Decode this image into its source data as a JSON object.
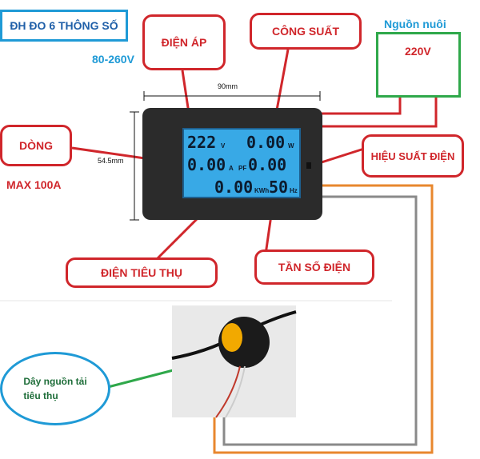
{
  "title_box": "ĐH ĐO 6 THÔNG SỐ",
  "voltage_range": "80-260V",
  "max_current": "MAX 100A",
  "labels": {
    "voltage": "ĐIỆN ÁP",
    "power": "CÔNG SUẤT",
    "current": "DÒNG",
    "power_factor": "HIỆU SUẤT ĐIỆN",
    "energy": "ĐIỆN TIÊU THỤ",
    "frequency": "TẦN SỐ ĐIỆN"
  },
  "supply": {
    "title": "Nguồn nuôi",
    "voltage": "220V"
  },
  "load_wire": {
    "line1": "Dây nguồn tải",
    "line2": "tiêu thụ"
  },
  "dimensions": {
    "width": "90mm",
    "height": "54.5mm"
  },
  "display": {
    "voltage": "222",
    "voltage_unit": "V",
    "power": "0.00",
    "power_unit": "W",
    "current": "0.00",
    "current_unit": "A",
    "pf_label": "PF",
    "pf": "0.00",
    "energy": "0.00",
    "energy_unit": "KWh",
    "frequency": "50",
    "frequency_unit": "Hz"
  },
  "colors": {
    "callout": "#d0262b",
    "title": "#1f9ad6",
    "supply_box": "#2fa84a",
    "wire_orange": "#e8872e",
    "wire_gray": "#8a8a8a",
    "screen": "#38a9e6"
  }
}
